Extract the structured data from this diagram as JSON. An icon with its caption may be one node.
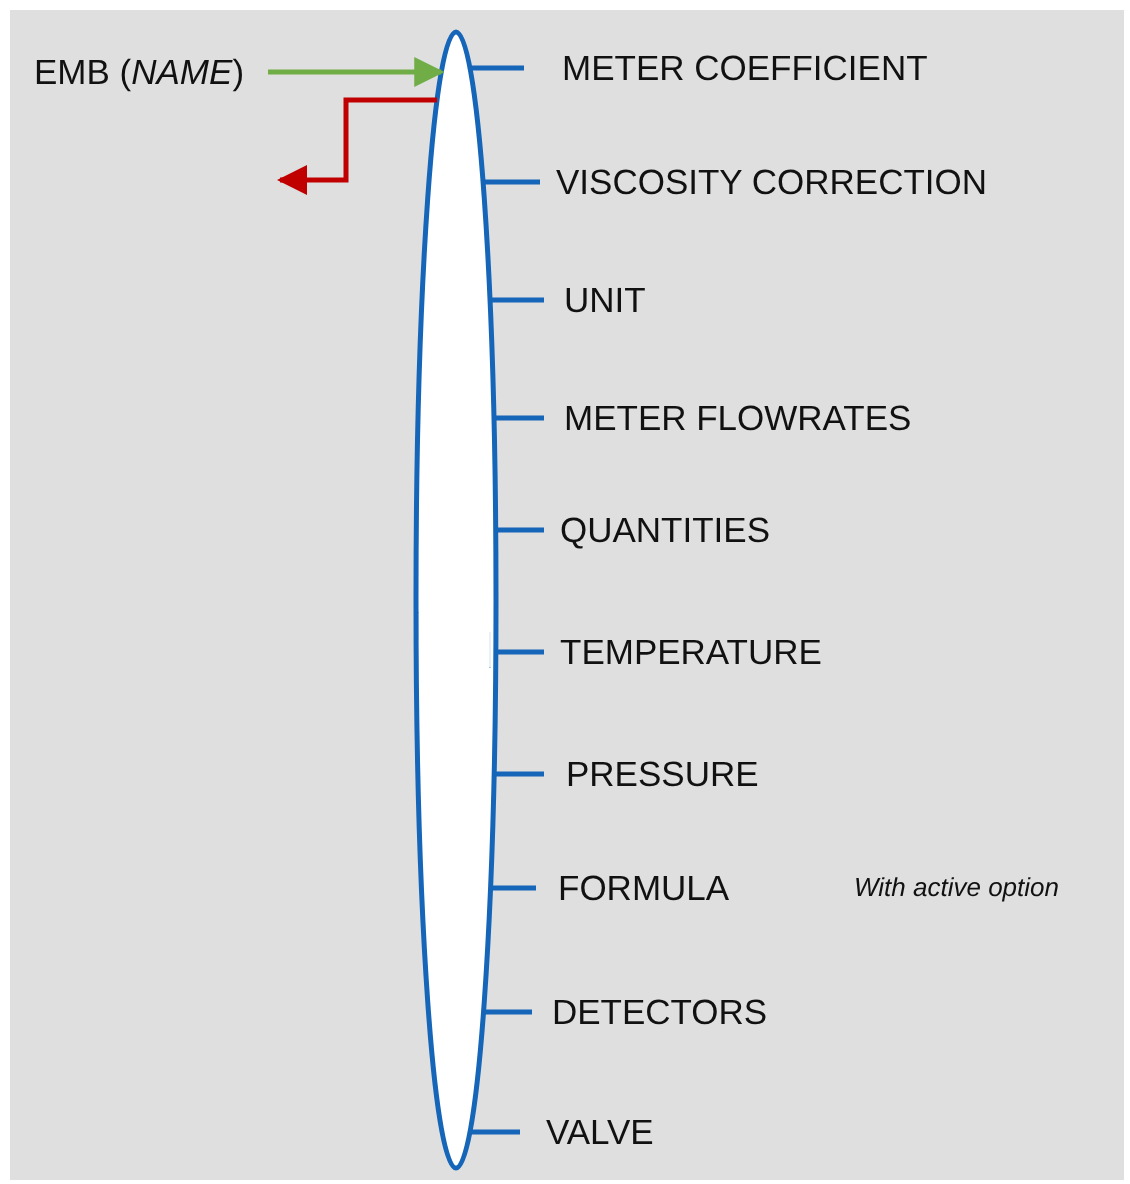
{
  "diagram": {
    "nodes": [
      {
        "text": [
          "EMB (*NAME*)"
        ]
      },
      {
        "text": [],
        "shape": "ellipse"
      },
      {
        "text": [
          "METER COEFFICIENT"
        ]
      },
      {
        "text": [
          "VISCOSITY CORRECTION"
        ]
      },
      {
        "text": [
          "UNIT"
        ]
      },
      {
        "text": [
          "METER FLOWRATES"
        ]
      },
      {
        "text": [
          "QUANTITIES"
        ]
      },
      {
        "text": [
          "TEMPERATURE"
        ]
      },
      {
        "text": [
          "PRESSURE"
        ]
      },
      {
        "text": [
          "FORMULA"
        ]
      },
      {
        "text": [
          "DETECTORS"
        ]
      },
      {
        "text": [
          "VALVE"
        ]
      }
    ],
    "edges": [
      {
        "from": 0,
        "to": 1,
        "arrow": "to",
        "color": "#70ad47"
      },
      {
        "from": 1,
        "to": null,
        "arrow": "to",
        "color": "#c00000"
      },
      {
        "from": 2,
        "to": 1,
        "arrow": "none"
      },
      {
        "from": 3,
        "to": 1,
        "arrow": "none"
      },
      {
        "from": 4,
        "to": 1,
        "arrow": "none"
      },
      {
        "from": 5,
        "to": 1,
        "arrow": "none"
      },
      {
        "from": 6,
        "to": 1,
        "arrow": "none"
      },
      {
        "from": 7,
        "to": 1,
        "arrow": "none"
      },
      {
        "from": 8,
        "to": 1,
        "arrow": "none"
      },
      {
        "from": 9,
        "to": 1,
        "arrow": "none"
      },
      {
        "from": 10,
        "to": 1,
        "arrow": "none"
      },
      {
        "from": 11,
        "to": 1,
        "arrow": "none"
      }
    ],
    "labels": [
      "With active option"
    ]
  }
}
